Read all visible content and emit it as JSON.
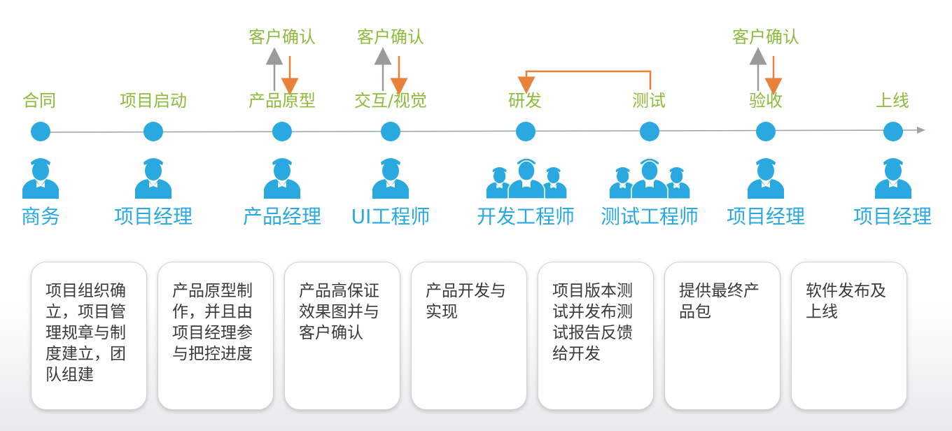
{
  "phases": [
    "合同",
    "项目启动",
    "产品原型",
    "交互/视觉",
    "研发",
    "测试",
    "验收",
    "上线"
  ],
  "confirmations": [
    "客户确认",
    "客户确认",
    "客户确认"
  ],
  "roles": [
    "商务",
    "项目经理",
    "产品经理",
    "UI工程师",
    "开发工程师",
    "测试工程师",
    "项目经理",
    "项目经理"
  ],
  "cards": [
    "项目组织确立，项目管理规章与制度建立，团队组建",
    "产品原型制作，并且由项目经理参与把控进度",
    "产品高保证效果图并与客户确认",
    "产品开发与实现",
    "项目版本测试并发布测试报告反馈给开发",
    "提供最终产品包",
    "软件发布及上线"
  ],
  "colors": {
    "green": "#8dbb3c",
    "blue": "#29a9e0",
    "orange": "#e8823a",
    "gray": "#9a9a9a",
    "timeline": "#9aa3ab"
  },
  "icons": {
    "single": "person-with-bowtie-icon",
    "group": "group-of-people-icon",
    "arrow": "arrow-right-icon"
  }
}
